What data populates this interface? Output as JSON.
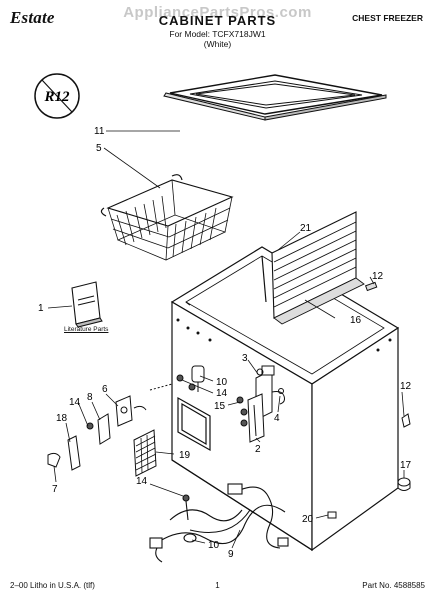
{
  "header": {
    "brand": "Estate",
    "watermark": "AppliancePartsPros.com",
    "title": "CABINET PARTS",
    "model_line": "For Model: TCFX718JW1",
    "color_line": "(White)",
    "product_type": "CHEST FREEZER"
  },
  "logo": {
    "text": "R12"
  },
  "literature_label": "Literature Parts",
  "callouts": {
    "c1": "1",
    "c2": "2",
    "c3": "3",
    "c4": "4",
    "c5": "5",
    "c6": "6",
    "c7": "7",
    "c8": "8",
    "c9": "9",
    "c10a": "10",
    "c10b": "10",
    "c11": "11",
    "c12a": "12",
    "c12b": "12",
    "c14a": "14",
    "c14b": "14",
    "c14c": "14",
    "c15": "15",
    "c16": "16",
    "c17": "17",
    "c18": "18",
    "c19": "19",
    "c20": "20",
    "c21": "21"
  },
  "footer": {
    "left": "2–00 Litho in U.S.A. (tlf)",
    "center": "1",
    "right": "Part No. 4588585"
  }
}
